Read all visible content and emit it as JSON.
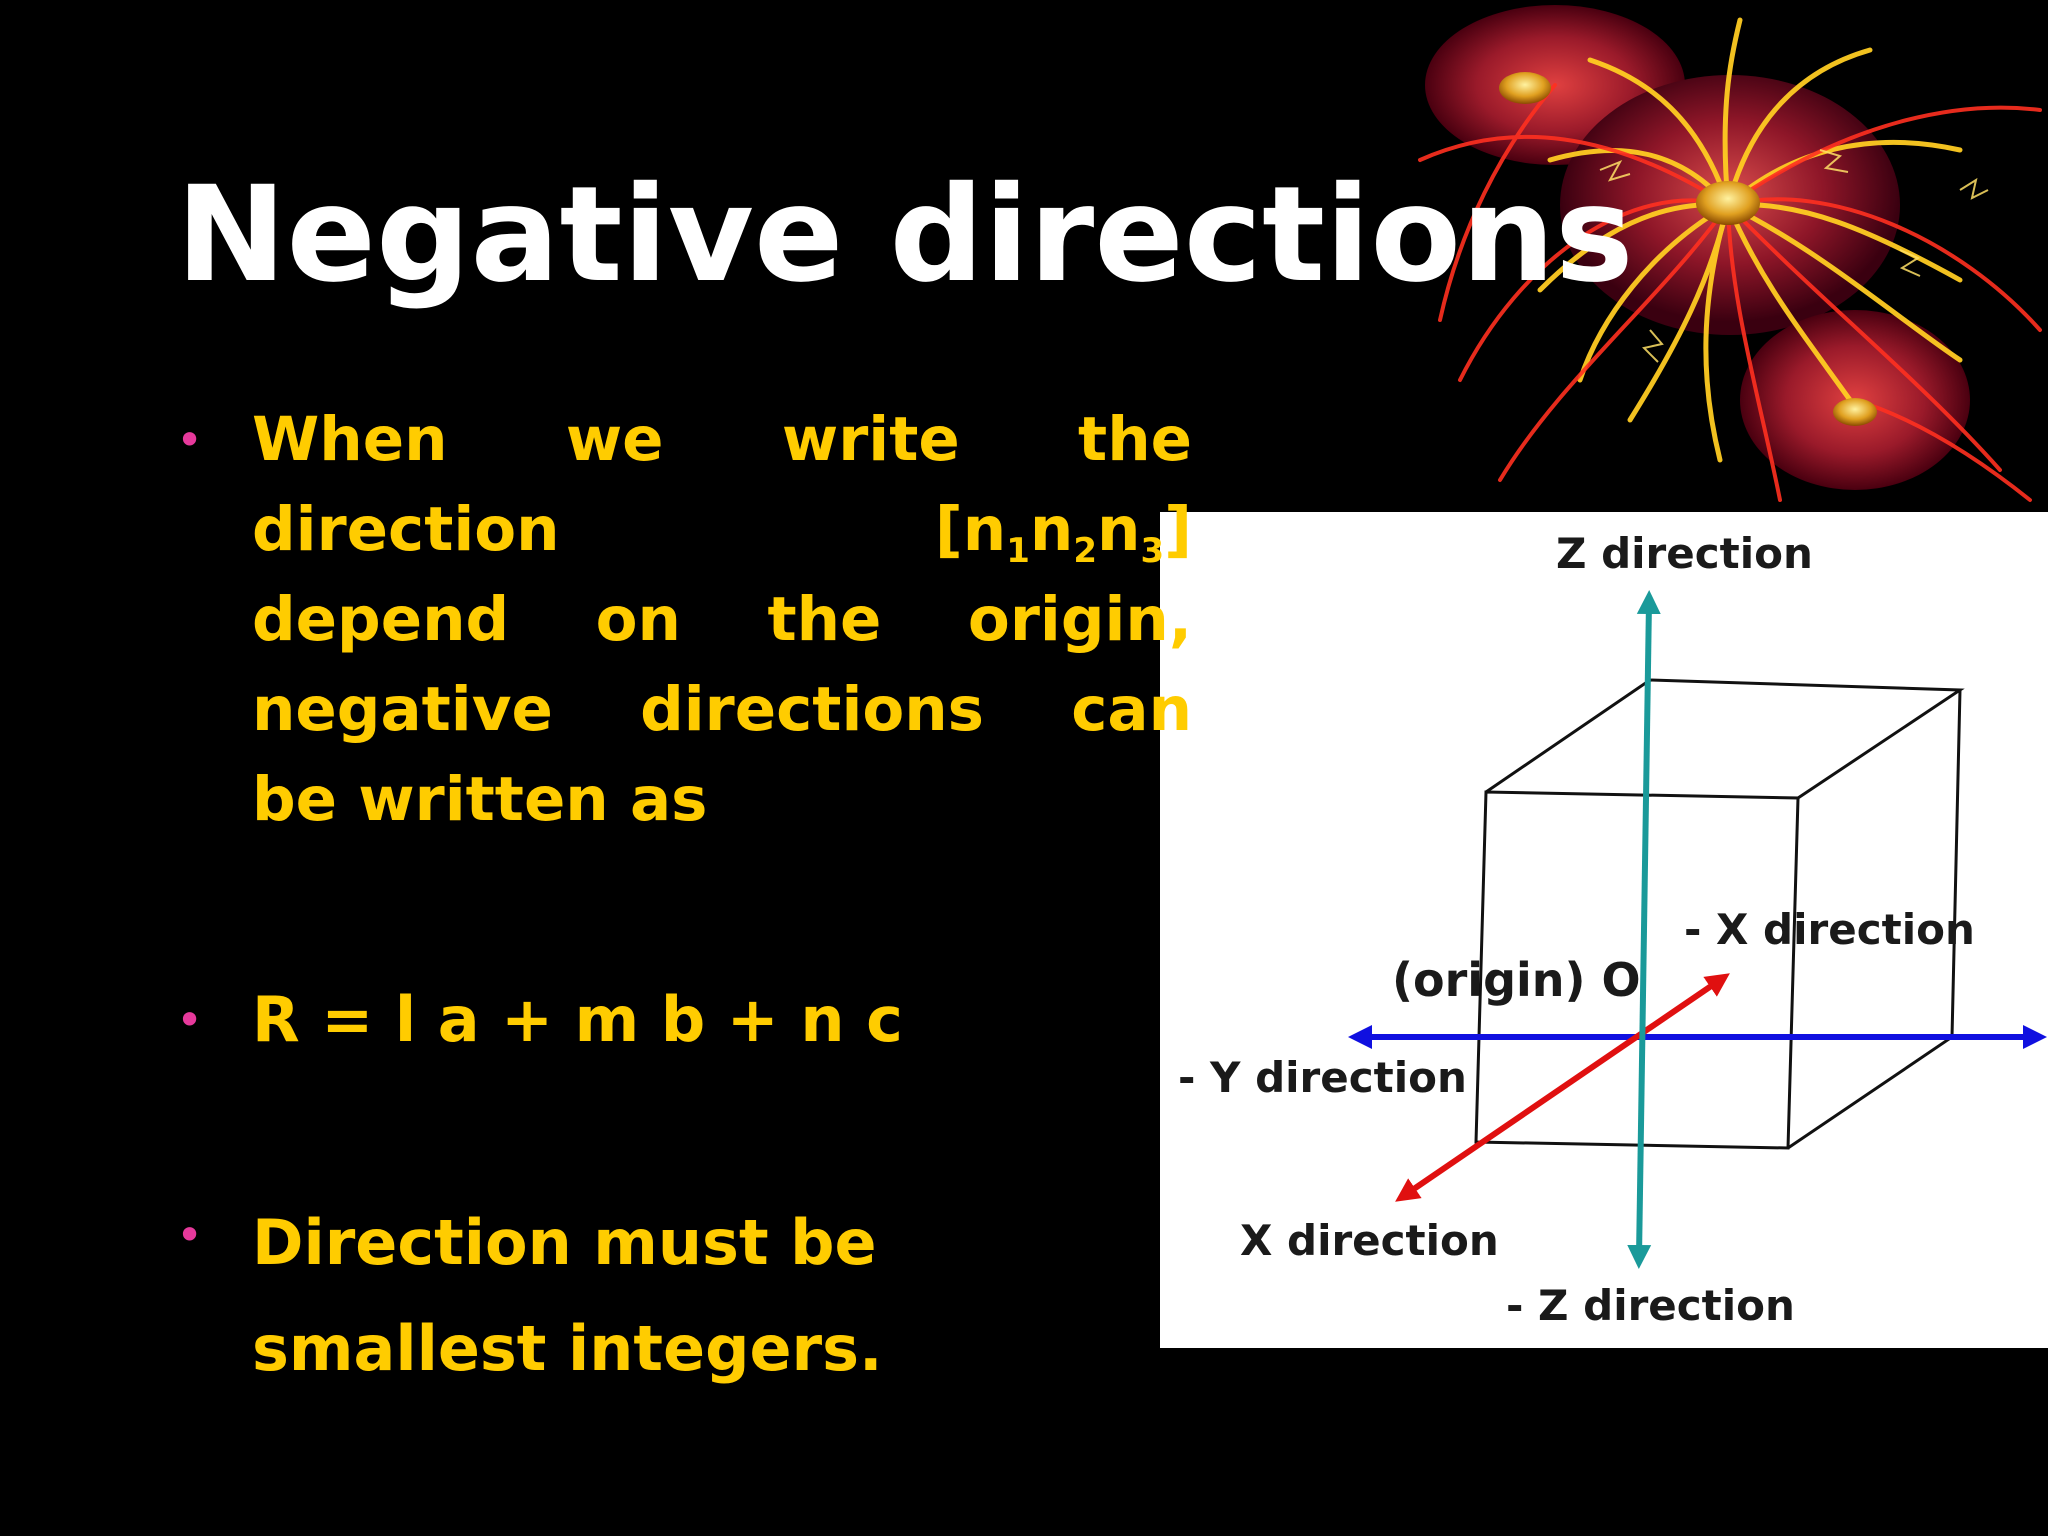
{
  "slide": {
    "title": "Negative directions",
    "bullets": [
      {
        "lines": [
          "When we write the",
          "direction [n1n2n3]",
          "depend on the origin,",
          "negative directions can",
          "be written as"
        ]
      },
      {
        "text": "R = l a + m b + n c"
      },
      {
        "line1": "Direction must be",
        "line2": "smallest integers."
      }
    ],
    "bullet1_line2": {
      "word": "direction",
      "open": "[n",
      "sub1": "1",
      "n2": "n",
      "sub2": "2",
      "n3": "n",
      "sub3": "3",
      "close": "]"
    }
  },
  "diagram": {
    "labels": {
      "z_pos": "Z direction",
      "z_neg": "- Z direction",
      "x_pos": "X direction",
      "x_neg": "- X direction",
      "y_neg": "- Y direction",
      "origin": "(origin) O"
    },
    "colors": {
      "z_axis": "#1a9a9a",
      "y_axis": "#1010e0",
      "x_axis": "#e01010",
      "cube": "#111111",
      "bullet": "#e6399b",
      "text": "#ffcc00",
      "title": "#ffffff"
    }
  }
}
